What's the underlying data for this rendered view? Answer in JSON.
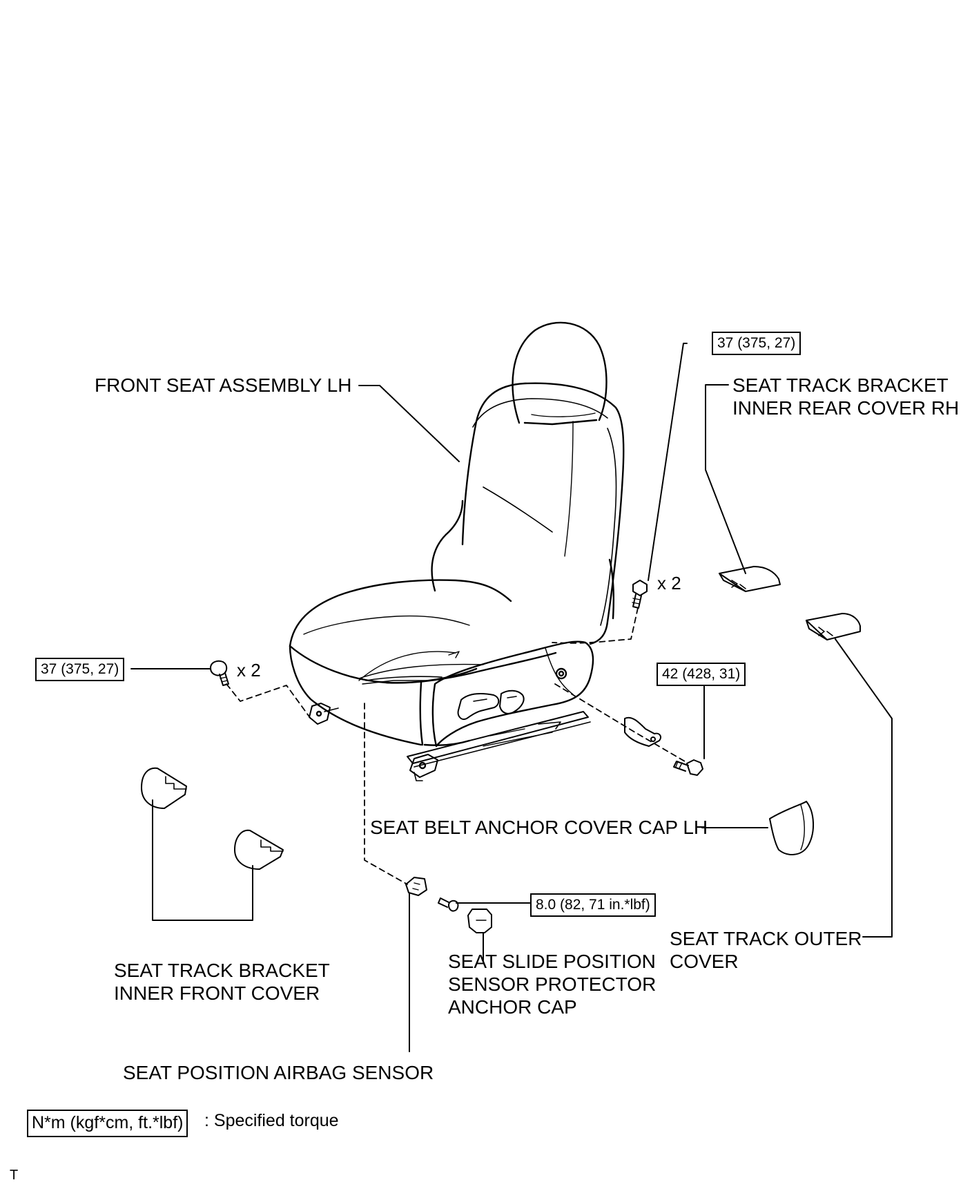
{
  "labels": {
    "front_seat_assembly": [
      "FRONT SEAT ASSEMBLY LH"
    ],
    "inner_rear_cover": [
      "SEAT TRACK BRACKET",
      "INNER REAR COVER RH"
    ],
    "belt_anchor_cap": [
      "SEAT BELT ANCHOR COVER CAP LH"
    ],
    "track_outer_cover": [
      "SEAT TRACK OUTER",
      "COVER"
    ],
    "inner_front_cover": [
      "SEAT TRACK BRACKET",
      "INNER FRONT COVER"
    ],
    "slide_sensor_cap": [
      "SEAT SLIDE POSITION",
      "SENSOR PROTECTOR",
      "ANCHOR CAP"
    ],
    "airbag_sensor": [
      "SEAT POSITION AIRBAG SENSOR"
    ]
  },
  "torques": {
    "rear_bolts": "37 (375, 27)",
    "front_bolts": "37 (375, 27)",
    "belt_anchor_bolt": "42 (428, 31)",
    "sensor_bolt": "8.0 (82, 71 in.*lbf)"
  },
  "multipliers": {
    "rear_bolts": "x 2",
    "front_bolts": "x 2"
  },
  "legend": {
    "box": "N*m (kgf*cm, ft.*lbf)",
    "text": ": Specified torque"
  },
  "corner_mark": "T"
}
